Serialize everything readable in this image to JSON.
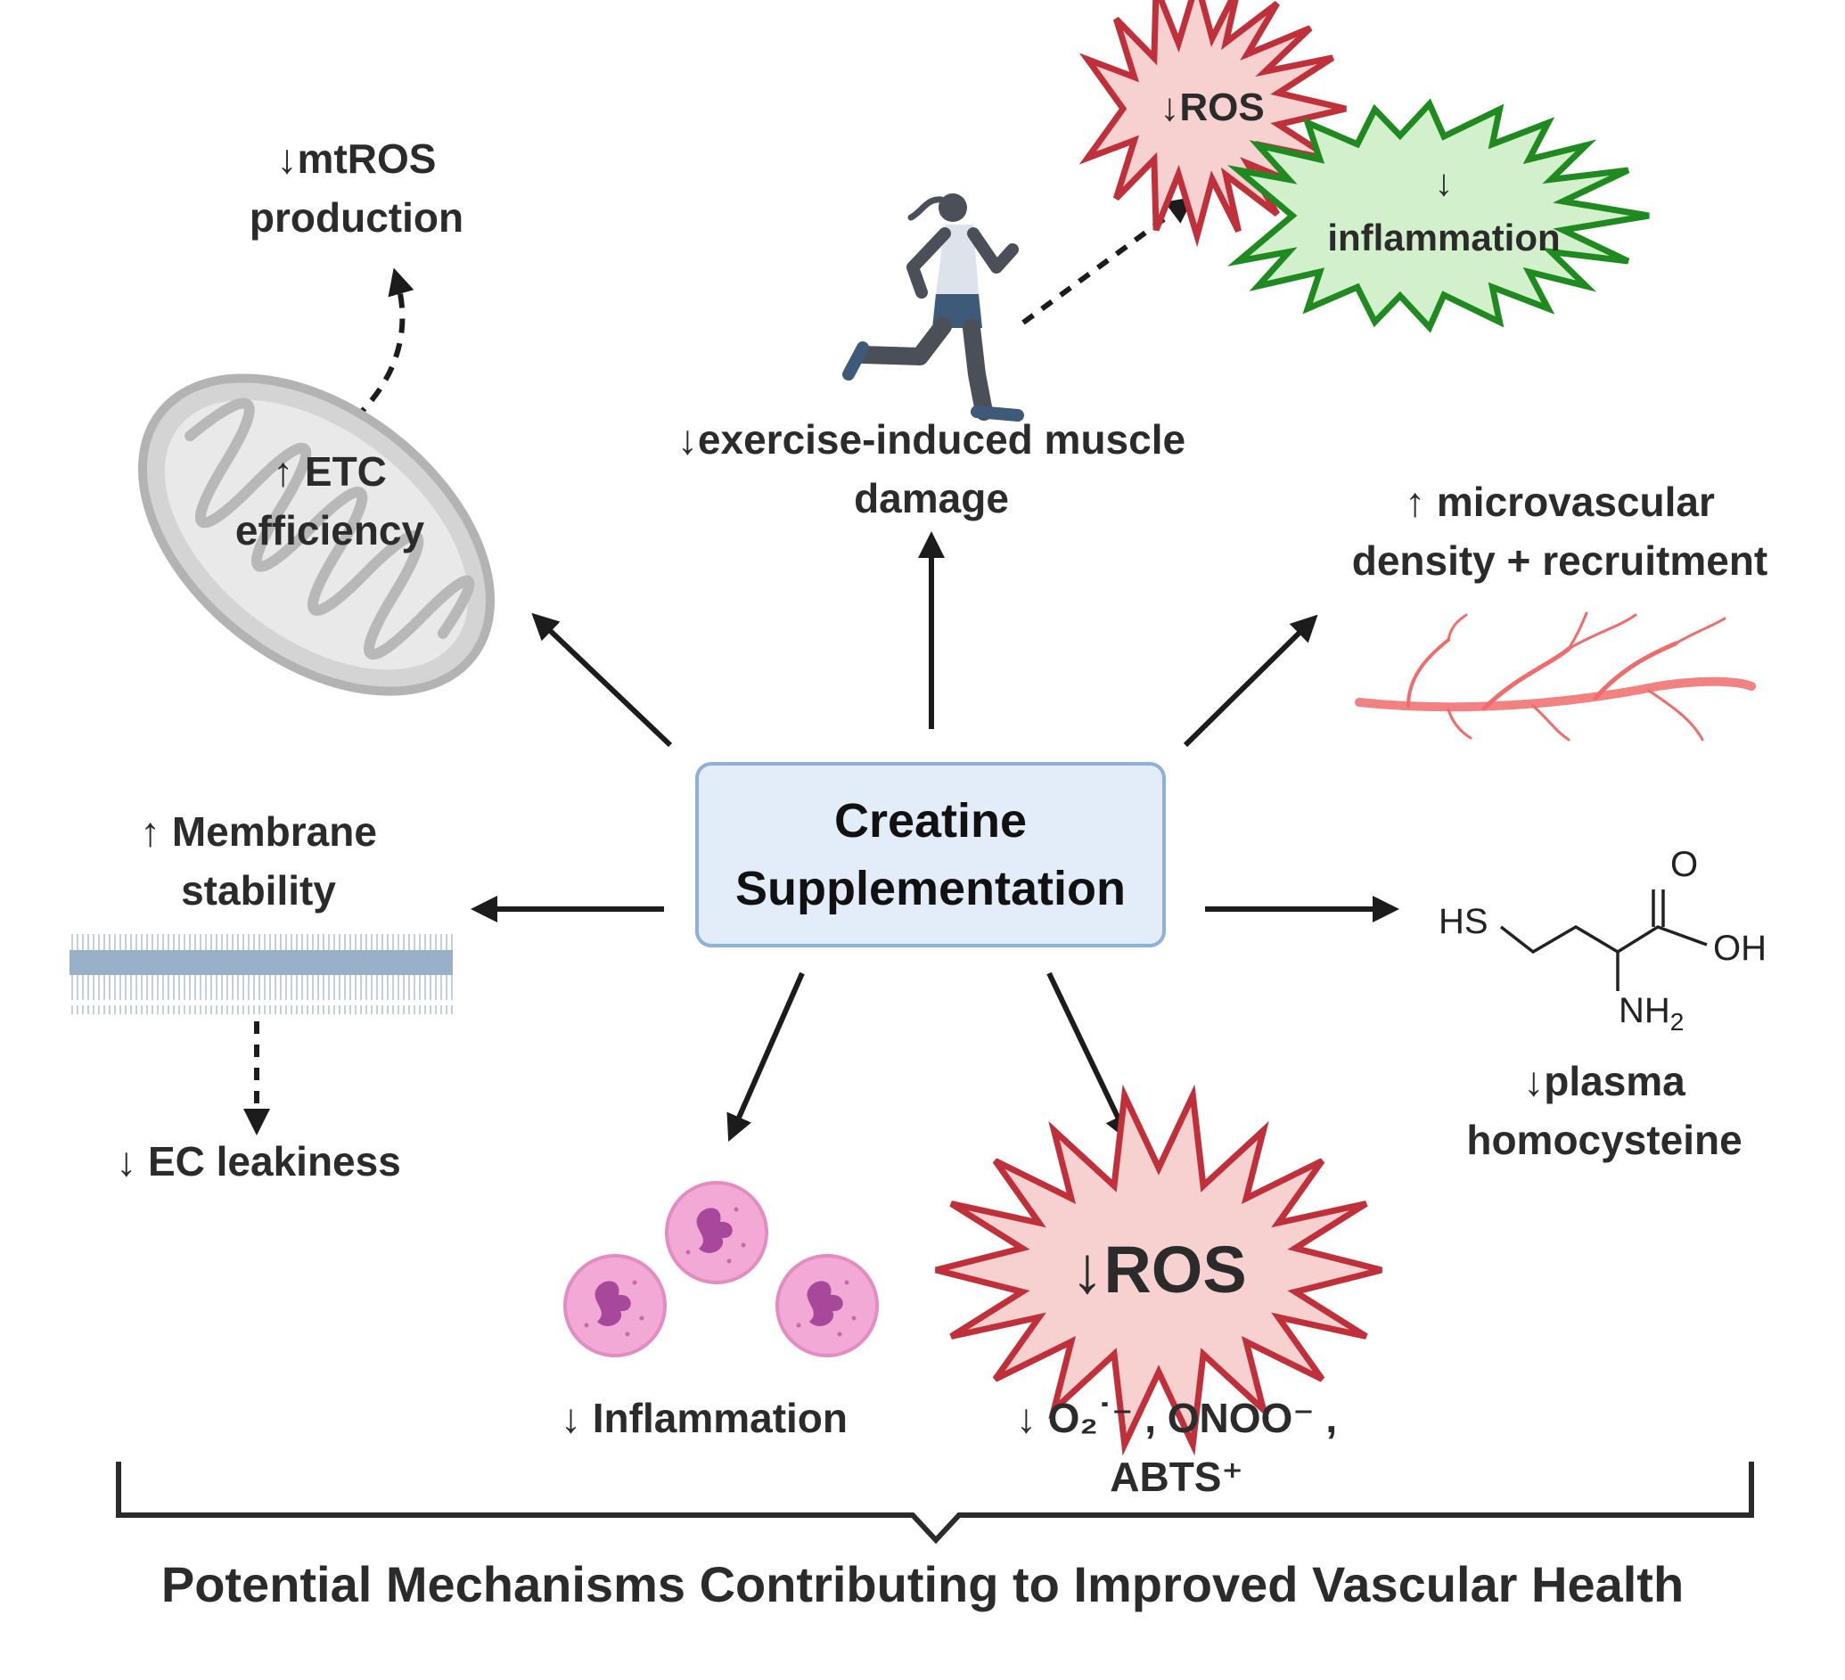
{
  "center": {
    "line1": "Creatine",
    "line2": "Supplementation"
  },
  "footer": "Potential Mechanisms Contributing to Improved Vascular Health",
  "mito": {
    "up": "↑ ETC",
    "down": "efficiency"
  },
  "mtros": {
    "line1": "↓mtROS",
    "line2": "production"
  },
  "exercise": {
    "line1": "↓exercise-induced muscle",
    "line2": "damage"
  },
  "ros_small": "↓ROS",
  "inflam_small": {
    "arrow": "↓",
    "text": "inflammation"
  },
  "microvascular": {
    "line1": "↑ microvascular",
    "line2": "density + recruitment"
  },
  "membrane": {
    "line1": "↑ Membrane",
    "line2": "stability"
  },
  "ec": "↓ EC leakiness",
  "homocysteine": {
    "line1": "↓plasma",
    "line2": "homocysteine",
    "atoms": {
      "hs": "HS",
      "o": "O",
      "oh": "OH",
      "nh": "NH",
      "sub": "2"
    }
  },
  "inflammation": "↓ Inflammation",
  "ros_big": "↓ROS",
  "species": {
    "line1": "↓ O₂˙⁻ , ONOO⁻ ,",
    "line2": "ABTS⁺"
  },
  "colors": {
    "ros_fill": "#f7d0d0",
    "ros_stroke": "#c0303a",
    "inflam_fill": "#d3f0cc",
    "inflam_stroke": "#1f8a1f",
    "box_fill": "#e3edf9",
    "box_stroke": "#8fb0d8",
    "vessel": "#f06b6b",
    "cell": "#f2a9d6",
    "nucleus": "#a8489a"
  }
}
